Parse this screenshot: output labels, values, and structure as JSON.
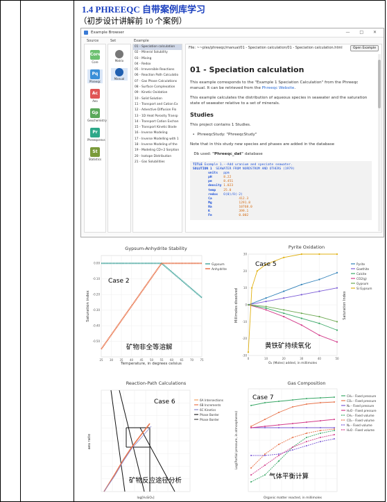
{
  "heading": "1.4 PHREEQC 自带案例库学习",
  "subheading": "（初步设计讲解前 10 个案例）",
  "browser": {
    "title": "Example Browser",
    "controls": "— □ ✕",
    "col_source": "Source",
    "col_set": "Set",
    "col_example": "Example",
    "col_file": "File:",
    "file_path": "~~ples/phreeqc/manual/01 - Speciation calculation/01 - Speciation calculation.html",
    "open_button": "Open Example",
    "sources": [
      {
        "abbr": "Core",
        "label": "Core",
        "color": "#6cc070"
      },
      {
        "abbr": "Pq",
        "label": "Phreeqc",
        "color": "#3a8fd8"
      },
      {
        "abbr": "Ac",
        "label": "Aeo",
        "color": "#e05555"
      },
      {
        "abbr": "Gp",
        "label": "Geochemistry",
        "color": "#5aa85a"
      },
      {
        "abbr": "Pr",
        "label": "Phreeqcenvs",
        "color": "#2ea889"
      },
      {
        "abbr": "St",
        "label": "Statistics",
        "color": "#7a9a3a"
      }
    ],
    "sets": [
      {
        "label": "Matrix",
        "color": "#777"
      },
      {
        "label": "Manual",
        "color": "#1f5fb0"
      }
    ],
    "examples": [
      "01 - Speciation calculation",
      "02 - Mineral Solubility",
      "03 - Mixing",
      "04 - Redox",
      "05 - Irreversible Reactions",
      "06 - Reaction Path Calculatio",
      "07 - Gas Phase Calculations",
      "08 - Surface Complexation",
      "09 - Kinetic Oxidation",
      "10 - Solid Solution",
      "11 - Transport and Cation Ex",
      "12 - Advective Diffusion Flo",
      "13 - 1D Heat Porosity Transp",
      "14 - Transport Cation Exchan",
      "15 - Transport Kinetic Biode",
      "16 - Inverse Modeling",
      "17 - Inverse Modelling with 1",
      "18 - Inverse Modeling of the",
      "19 - Modeling CD+2 Sorption",
      "20 - Isotope Distribution",
      "21 - Gas Solubilities"
    ],
    "doc": {
      "title": "01 - Speciation calculation",
      "p1_a": "This example corresponds to the \"Example 1 Speciation Calculation\" from the Phreeqc manual. It can be retrieved from the ",
      "p1_link": "Phreeqc Website",
      "p1_b": ".",
      "p2": "This example calculates the distribution of aqueous species in seawater and the saturation state of seawater relative to a set of minerals.",
      "studies_heading": "Studies",
      "p3": "This project contains 1 Studies.",
      "bullet": "PhreeqcStudy: \"PhreeqcStudy\"",
      "p4": "Note that in this study new species and phases are added in the database",
      "db_label": "Db used: ",
      "db_value": "\"Phreeqc_dat\"",
      "db_suffix": " database",
      "code": [
        {
          "k": "TITLE",
          "rest": " Example 1.--Add uranium and speciate seawater."
        },
        {
          "k": "SOLUTION 1",
          "rest": "  SEAWATER FROM NORDSTROM AND OTHERS (1979)"
        },
        {
          "k": "        units",
          "rest": "   ppm"
        },
        {
          "k": "        pH",
          "v": "      8.22"
        },
        {
          "k": "        pe",
          "v": "      8.451"
        },
        {
          "k": "        density",
          "v": " 1.023"
        },
        {
          "k": "        temp",
          "v": "    25.0"
        },
        {
          "k": "        redox",
          "rest": "   O(0)/O(-2)"
        },
        {
          "k": "        Ca",
          "v": "              412.3"
        },
        {
          "k": "        Mg",
          "v": "              1291.8"
        },
        {
          "k": "        Na",
          "v": "              10768.0"
        },
        {
          "k": "        K",
          "v": "               399.1"
        },
        {
          "k": "        Fe",
          "v": "              0.002"
        }
      ]
    }
  },
  "charts": {
    "gypsum": {
      "title": "Gypsum-Anhydrite Stability",
      "xlabel": "Temperature, in degrees celsius",
      "ylabel": "Saturation index",
      "case": "Case 2",
      "caption": "矿物非全等溶解",
      "legend": [
        "Gypsum",
        "Anhydrite"
      ],
      "colors": [
        "#4aa8a0",
        "#e8734a"
      ]
    },
    "pyrite": {
      "title": "Pyrite Oxidation",
      "xlabel": "O₂ (Moles) added, in millimoles",
      "ylabel": "Millimoles dissolved",
      "y2label": "Saturation Index",
      "case": "Case 5",
      "caption": "黄铁矿持续氧化",
      "legend": [
        "Pyrite",
        "Goethite",
        "Calcite",
        "CO2(g)",
        "Gypsum",
        "Si Gypsum"
      ],
      "colors": [
        "#2d7fb8",
        "#7b5bd6",
        "#3aa867",
        "#d33a8a",
        "#6aa84f",
        "#e0b010"
      ]
    },
    "reaction": {
      "title": "Reaction-Path Calculations",
      "xlabel": "log[H₄SiO₄]",
      "ylabel": "aeu ratio",
      "case": "Case 6",
      "caption": "矿物反应途径分析",
      "legend": [
        "6A Intersections",
        "6B Increments",
        "6C Kinetics",
        "Phase Border",
        "Phase Border"
      ],
      "colors": [
        "#f0a060",
        "#e8734a",
        "#8888cc",
        "#222222",
        "#444444"
      ]
    },
    "gas": {
      "title": "Gas Composition",
      "xlabel": "Organic matter reacted, in millimoles",
      "ylabel": "Log(Partial pressure, in atmospheres)",
      "case": "Case 7",
      "caption": "气体平衡计算",
      "legend": [
        "CH₄ - Fixed pressure",
        "CO₂ - Fixed pressure",
        "N₂ - Fixed pressure",
        "H₂O - Fixed pressure",
        "CH₄ - Fixed volume",
        "CO₂ - Fixed volume",
        "N₂ - Fixed volume",
        "H₂O - Fixed volume"
      ],
      "colors": [
        "#3aa867",
        "#e8734a",
        "#7b5bd6",
        "#d33a8a",
        "#3aa867",
        "#e8734a",
        "#7b5bd6",
        "#d33a8a"
      ]
    }
  },
  "chart_data": [
    {
      "type": "line",
      "title": "Gypsum-Anhydrite Stability",
      "xlabel": "Temperature, in degrees celsius",
      "ylabel": "Saturation index",
      "xlim": [
        25,
        75
      ],
      "ylim": [
        -0.6,
        0.05
      ],
      "x_ticks": [
        25,
        30,
        35,
        40,
        45,
        50,
        55,
        60,
        65,
        70,
        75
      ],
      "series": [
        {
          "name": "Gypsum",
          "x": [
            25,
            55,
            75
          ],
          "y": [
            0,
            0,
            -0.22
          ]
        },
        {
          "name": "Anhydrite",
          "x": [
            25,
            55,
            75
          ],
          "y": [
            -0.55,
            0,
            0
          ]
        }
      ]
    },
    {
      "type": "line",
      "title": "Pyrite Oxidation",
      "xlim": [
        0,
        50
      ],
      "ylim": [
        -30,
        30
      ],
      "series": [
        {
          "name": "Pyrite",
          "x": [
            0,
            10,
            20,
            30,
            40,
            50
          ],
          "y": [
            0,
            4,
            8,
            12,
            15,
            19
          ]
        },
        {
          "name": "Goethite",
          "x": [
            0,
            10,
            20,
            30,
            40,
            50
          ],
          "y": [
            0,
            2,
            4,
            6,
            8,
            10
          ]
        },
        {
          "name": "Calcite",
          "x": [
            0,
            10,
            20,
            30,
            40,
            50
          ],
          "y": [
            0,
            -2,
            -5,
            -8,
            -11,
            -15
          ]
        },
        {
          "name": "CO2(g)",
          "x": [
            0,
            10,
            20,
            30,
            40,
            50
          ],
          "y": [
            0,
            -3,
            -7,
            -12,
            -18,
            -22
          ]
        },
        {
          "name": "Gypsum",
          "x": [
            0,
            10,
            20,
            30,
            40,
            50
          ],
          "y": [
            0,
            -1,
            -3,
            -5,
            -7,
            -10
          ]
        },
        {
          "name": "Si Gypsum",
          "x": [
            0,
            2,
            5,
            10,
            20,
            30,
            40,
            50
          ],
          "y": [
            -28,
            10,
            20,
            24,
            28,
            30,
            30,
            30
          ]
        }
      ]
    },
    {
      "type": "line",
      "title": "Reaction-Path Calculations",
      "xlabel": "log[H₄SiO₄]",
      "ylabel": "aeu ratio"
    },
    {
      "type": "line",
      "title": "Gas Composition",
      "xlabel": "Organic matter reacted, in millimoles",
      "ylabel": "Log(Partial pressure, in atmospheres)"
    }
  ]
}
